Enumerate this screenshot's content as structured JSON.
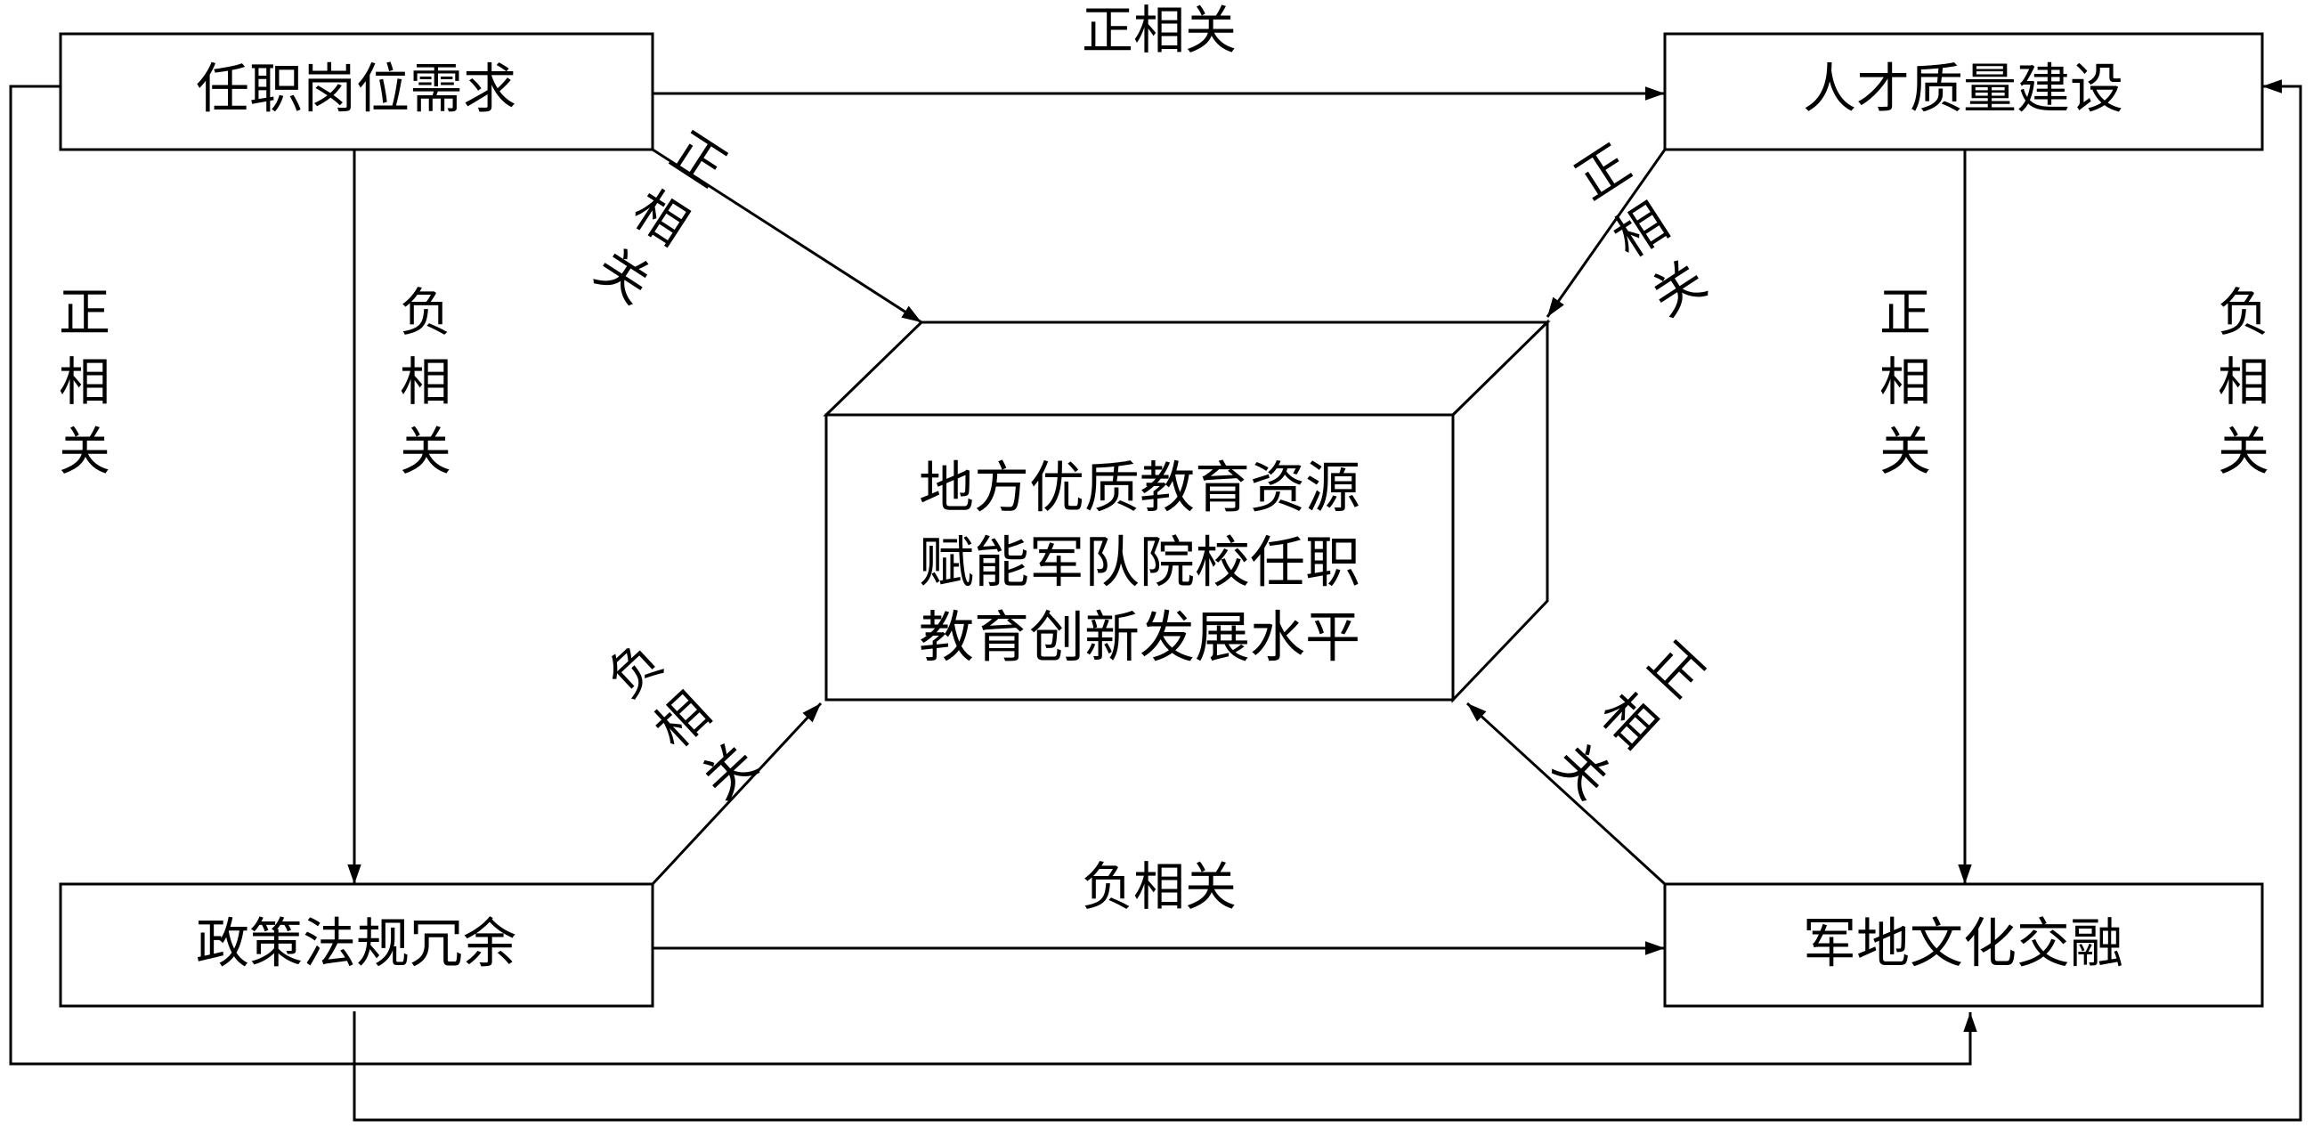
{
  "nodes": {
    "top_left": "任职岗位需求",
    "top_right": "人才质量建设",
    "bottom_left": "政策法规冗余",
    "bottom_right": "军地文化交融",
    "center": [
      "地方优质教育资源",
      "赋能军队院校任职",
      "教育创新发展水平"
    ]
  },
  "edges": {
    "top_left_to_top_right": "正相关",
    "top_left_to_center": "正相关",
    "top_right_to_center": "正相关",
    "top_left_to_bottom_left": "负相关",
    "outer_left_loop": "正相关",
    "top_right_to_bottom_right": "正相关",
    "outer_right_loop": "负相关",
    "bottom_left_to_center": "负相关",
    "bottom_right_to_center": "正相关",
    "bottom_left_to_bottom_right": "负相关"
  }
}
